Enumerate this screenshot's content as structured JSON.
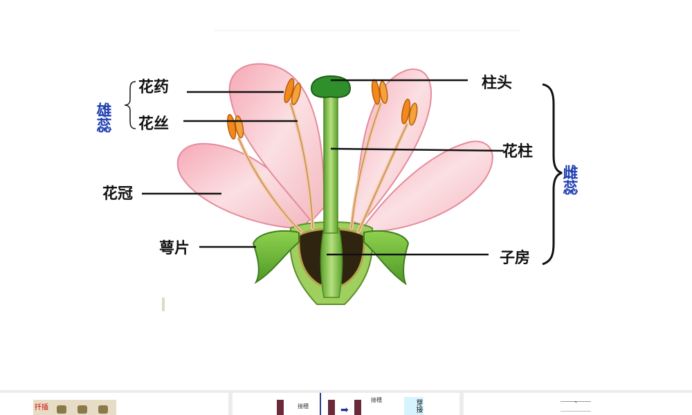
{
  "diagram": {
    "labels": {
      "anther": "花药",
      "filament": "花丝",
      "stamen_group": "雄蕊",
      "corolla": "花冠",
      "sepal": "萼片",
      "stigma": "柱头",
      "style": "花柱",
      "ovary": "子房",
      "pistil_group": "雌蕊"
    }
  },
  "thumbnails": [
    {
      "tag": "扦插"
    },
    {
      "tag_scion_a": "接穗",
      "tag_scion_b": "接穗",
      "tag_method": "芽接"
    },
    {
      "tag": "、"
    }
  ],
  "colors": {
    "petal": "#f2b8c0",
    "petal_edge": "#e07f90",
    "sepal": "#6fbf3a",
    "pistil": "#7cc24a",
    "ovary_dark": "#3b2a12",
    "anther": "#f08a1e",
    "label_blue": "#1f3fb0"
  }
}
